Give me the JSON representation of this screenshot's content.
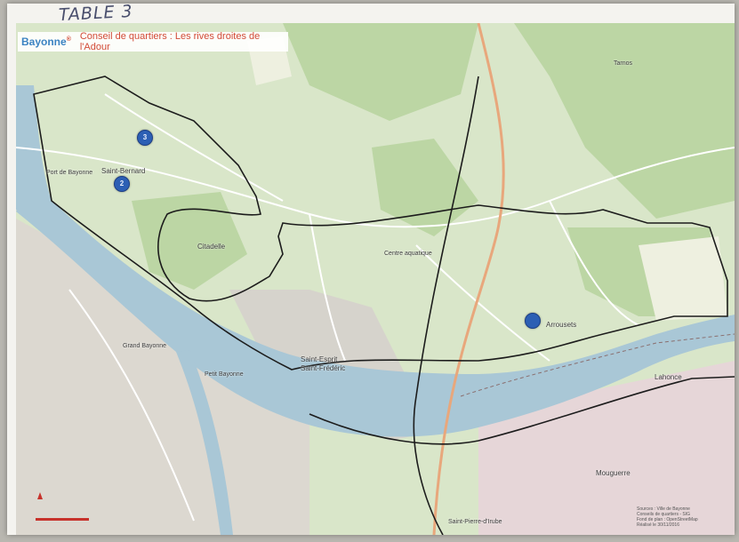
{
  "handwritten_note": "TABLE 3",
  "header": {
    "logo_text": "Bayonne",
    "logo_mark": "®",
    "title": "Conseil de quartiers : Les rives droites de l'Adour"
  },
  "places": {
    "tarnos": "Tarnos",
    "saint_bernard": "Saint-Bernard",
    "port_de_bayonne": "Port de Bayonne",
    "citadelle": "Citadelle",
    "saint_esprit": "Saint-Esprit",
    "saint_frederic": "Saint-Frédéric",
    "arrousets": "Arrousets",
    "lahonce": "Lahonce",
    "mouguerre": "Mouguerre",
    "saint_pierre_d_irube": "Saint-Pierre-d'Irube",
    "centre_aquatique": "Centre aquatique",
    "petit_bayonne": "Petit Bayonne",
    "grand_bayonne": "Grand Bayonne"
  },
  "markers": [
    {
      "label": "3"
    },
    {
      "label": "2"
    },
    {
      "label": ""
    }
  ],
  "credits": [
    "Sources : Ville de Bayonne",
    "Conseils de quartiers - SIG",
    "Fond de plan : OpenStreetMap",
    "Réalisé le 30/11/2016"
  ],
  "colors": {
    "river": "#a9c7d6",
    "boundary": "#1c1c1c",
    "marker": "#2c5fb4",
    "title": "#d24a36",
    "logo": "#3c83c2",
    "road_main": "#ffffff",
    "urban": "#d8d5cf",
    "green": "#cfe0bb",
    "industrial": "#e4d3d6"
  },
  "icons": {
    "north_arrow": "north-arrow-icon",
    "scale": "scale-bar"
  }
}
